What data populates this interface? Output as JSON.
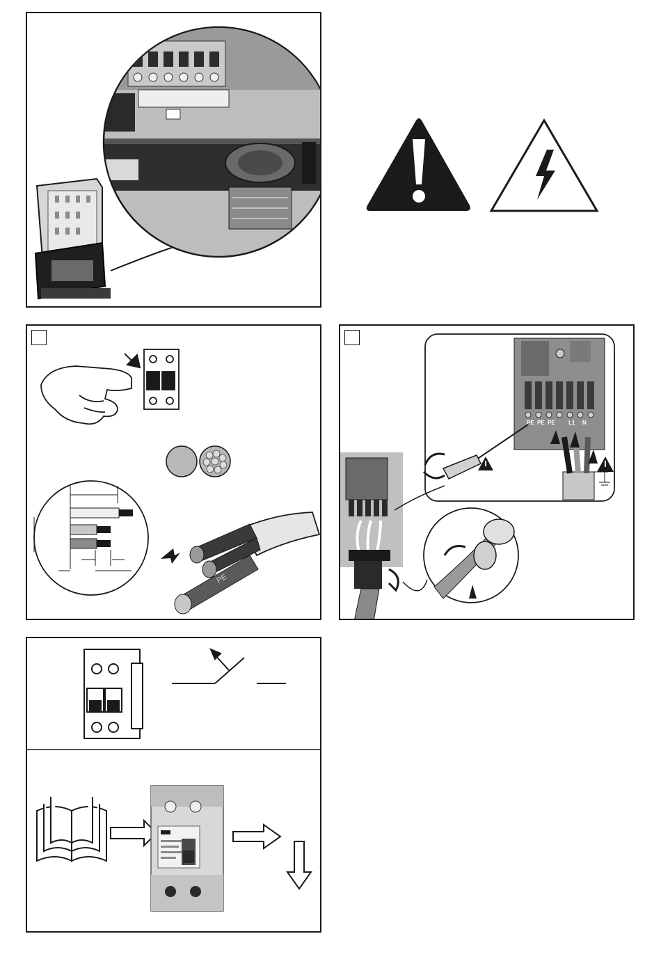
{
  "terminal_labels": {
    "pe1": "PE",
    "pe2": "PE",
    "pe3": "PE",
    "l1": "L1",
    "n": "N",
    "cable_pe": "PE"
  },
  "icons": {
    "warning": "warning-triangle-icon",
    "voltage": "high-voltage-icon",
    "manual": "open-book-icon"
  },
  "colors": {
    "line": "#1a1a1a",
    "gray_dark": "#4a4a4a",
    "gray_mid": "#8a8a8a",
    "gray_light": "#c8c8c8"
  }
}
